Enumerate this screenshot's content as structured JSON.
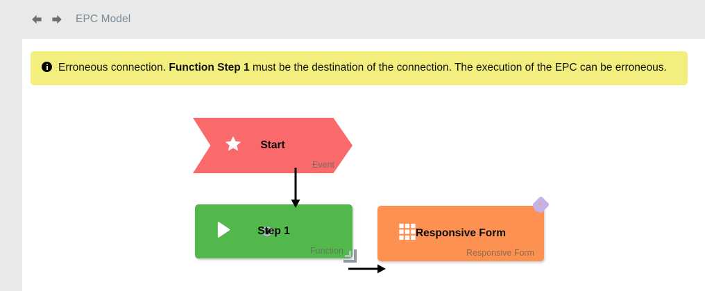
{
  "header": {
    "back_icon": "arrow-left-icon",
    "forward_icon": "arrow-right-icon",
    "title": "EPC Model"
  },
  "alert": {
    "icon": "info-icon",
    "severity": "info",
    "background_color": "#f2ef7f",
    "text_before": "Erroneous connection.",
    "text_strong": "Function Step 1",
    "text_after": "must be the destination of the connection. The execution of the EPC can be erroneous.",
    "full_text": "Erroneous connection. Function Step 1 must be the destination of the connection. The execution of the EPC can be erroneous."
  },
  "diagram": {
    "nodes": [
      {
        "id": "start-event",
        "title": "Start",
        "subtitle": "Event",
        "shape": "hexagon",
        "color": "#fb6a6a",
        "glyph": "star-icon"
      },
      {
        "id": "function-step-1",
        "title": "Step 1",
        "subtitle": "Function",
        "shape": "rounded-rectangle",
        "color": "#53b84b",
        "glyph": "play-icon",
        "selected": true,
        "anchor": "connection-anchor-dot",
        "handle": "resize-handle"
      },
      {
        "id": "responsive-form",
        "title": "Responsive Form",
        "subtitle": "Responsive Form",
        "shape": "rounded-rectangle",
        "color": "#fd9152",
        "glyph": "grid-icon",
        "badge": "tag-icon",
        "badge_color": "#c5b2e8"
      }
    ],
    "connections": [
      {
        "id": "start-to-step1",
        "from": "start-event",
        "to": "function-step-1",
        "direction": "down",
        "color": "#000000"
      },
      {
        "id": "step1-to-form",
        "from": "function-step-1",
        "to": "responsive-form",
        "direction": "right",
        "color": "#000000"
      }
    ]
  }
}
